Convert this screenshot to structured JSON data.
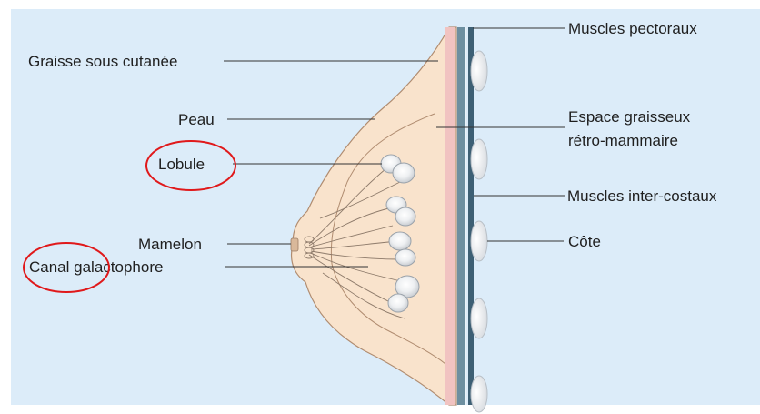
{
  "labels": {
    "graisse": "Graisse sous cutanée",
    "peau": "Peau",
    "lobule": "Lobule",
    "mamelon": "Mamelon",
    "canal": "Canal galactophore",
    "muscles_pectoraux": "Muscles pectoraux",
    "espace_line1": "Espace graisseux",
    "espace_line2": "rétro-mammaire",
    "muscles_intercostaux": "Muscles inter-costaux",
    "cote": "Côte"
  },
  "colors": {
    "background": "#dcecf9",
    "breast": "#f9e3cc",
    "skin_band": "#f1c3c1",
    "muscle_band": "#6d8fa0",
    "muscle_dark": "#3d5f74",
    "rib": "#f2f4f6",
    "leader_line": "#333333",
    "highlight": "#e0191b"
  }
}
